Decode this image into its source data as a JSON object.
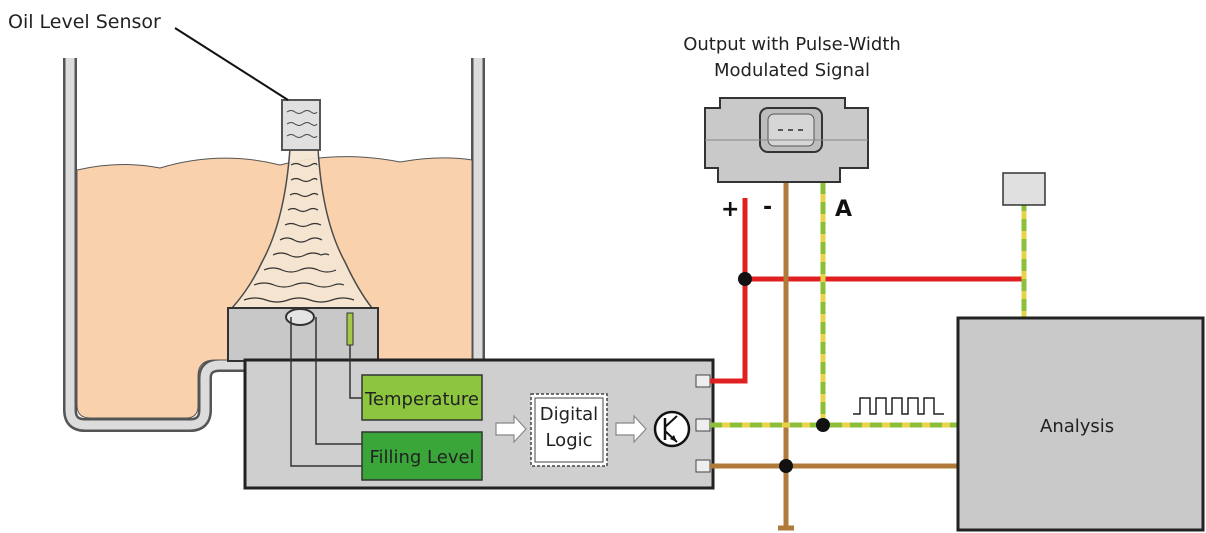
{
  "labels": {
    "oil_level_sensor": "Oil Level Sensor",
    "output_line1": "Output with Pulse-Width",
    "output_line2": "Modulated Signal",
    "pin_plus": "+",
    "pin_minus": "-",
    "pin_a": "A",
    "temperature": "Temperature",
    "filling_level": "Filling Level",
    "digital": "Digital",
    "logic": "Logic",
    "analysis": "Analysis"
  },
  "colors": {
    "oil": "#f9d2ad",
    "housing": "#c9c9c9",
    "supply_wire": "#e02020",
    "ground_wire": "#b07a3a",
    "signal_wire_green": "#8dbf3a",
    "signal_wire_yellow": "#e8d44a",
    "temperature_block": "#8cc63f",
    "filling_level_block": "#3aa63a"
  },
  "icons": {
    "connector": "connector-icon",
    "transistor": "transistor-icon",
    "pwm_signal": "pwm-signal-icon",
    "chip": "chip-icon"
  }
}
